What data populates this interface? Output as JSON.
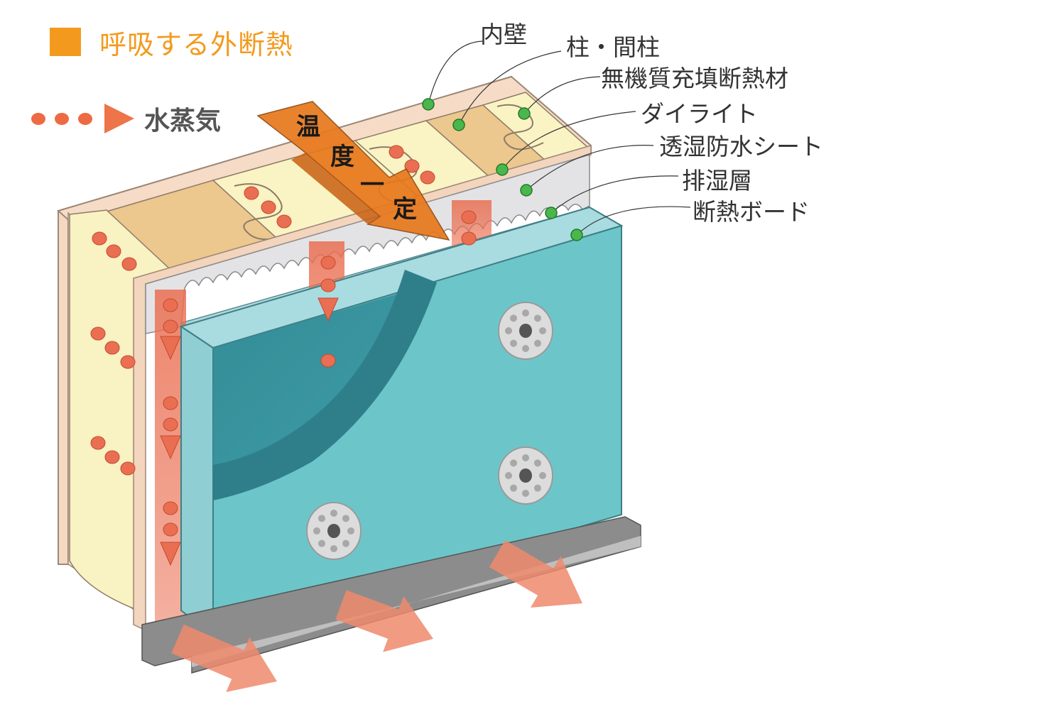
{
  "heading": {
    "text": "呼吸する外断熱",
    "marker_color": "#f39a1e"
  },
  "legend": {
    "vapor_label": "水蒸気",
    "vapor_color": "#ee6a43"
  },
  "arrow": {
    "chars": [
      "温",
      "度",
      "一",
      "定"
    ],
    "color": "#e8781c"
  },
  "labels": [
    {
      "id": "interior-wall",
      "text": "内壁"
    },
    {
      "id": "stud",
      "text": "柱・間柱"
    },
    {
      "id": "inorganic-insulation",
      "text": "無機質充填断熱材"
    },
    {
      "id": "dailite",
      "text": "ダイライト"
    },
    {
      "id": "membrane",
      "text": "透湿防水シート"
    },
    {
      "id": "drainage-layer",
      "text": "排湿層"
    },
    {
      "id": "insulation-board",
      "text": "断熱ボード"
    }
  ],
  "colors": {
    "insulation_board": "#6cc6c9",
    "stud": "#ecc78e",
    "batt": "#faf3c4",
    "interior_panel": "#f6dcc7",
    "leader_dot": "#4bb64e",
    "vapor_band": "#ea6f52"
  }
}
